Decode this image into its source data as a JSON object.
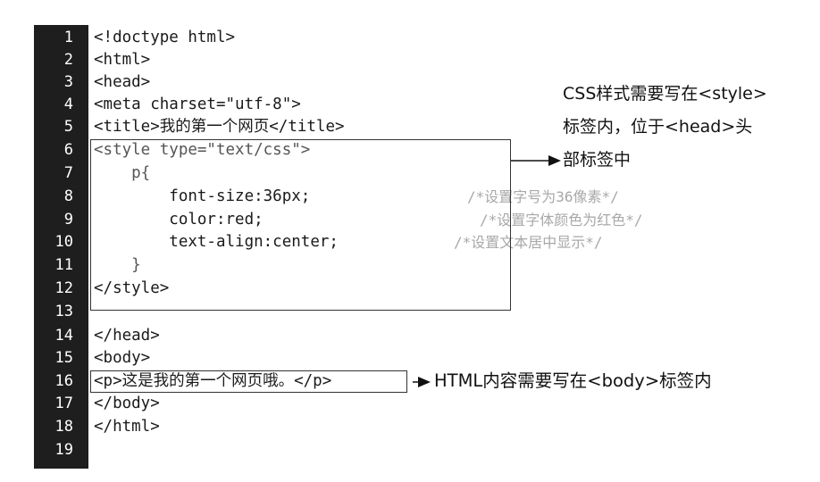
{
  "line_numbers": [
    "1",
    "2",
    "3",
    "4",
    "5",
    "6",
    "7",
    "8",
    "9",
    "10",
    "11",
    "12",
    "13",
    "14",
    "15",
    "16",
    "17",
    "18",
    "19"
  ],
  "code_lines": [
    "<!doctype html>",
    "<html>",
    "<head>",
    "<meta charset=\"utf-8\">",
    "<title>我的第一个网页</title>",
    "<style type=\"text/css\">",
    "    p{",
    "        font-size:36px;",
    "        color:red;",
    "        text-align:center;",
    "    }",
    "</style>",
    "",
    "</head>",
    "<body>",
    "<p>这是我的第一个网页哦。</p>",
    "</body>",
    "</html>",
    ""
  ],
  "comments": {
    "line8": "/*设置字号为36像素*/",
    "line9": "/*设置字体颜色为红色*/",
    "line10": "/*设置文本居中显示*/"
  },
  "annotations": {
    "css_note_line1": "CSS样式需要写在<style>",
    "css_note_line2": "标签内，位于<head>头",
    "css_note_line3": "部标签中",
    "html_note": "HTML内容需要写在<body>标签内"
  },
  "colors": {
    "gutter": "#1e1e1e",
    "comment": "#a8a8a8",
    "code": "#1a1a1a"
  }
}
